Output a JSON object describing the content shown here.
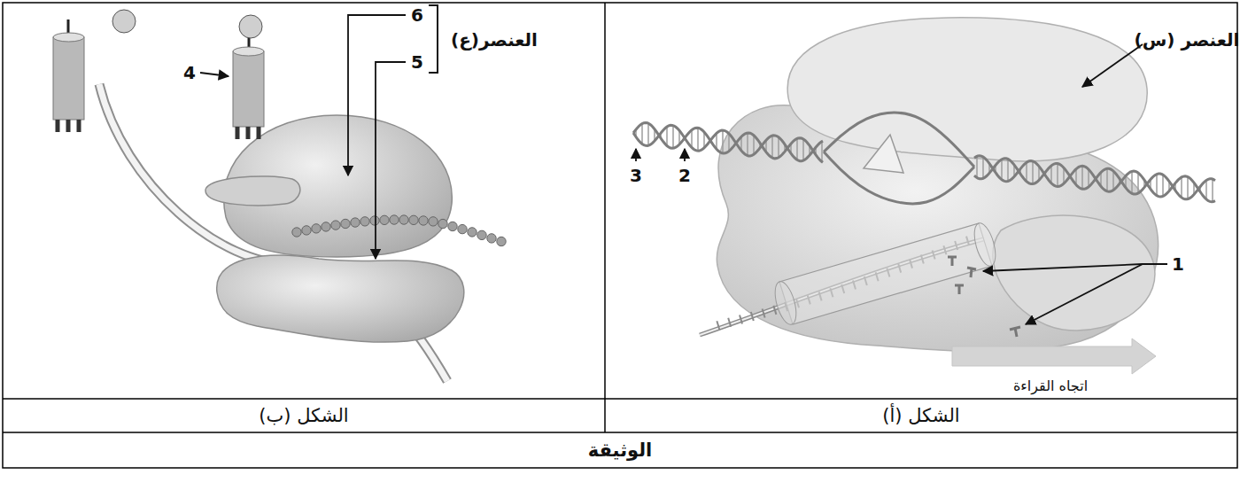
{
  "diagram": {
    "caption": "الوثيقة",
    "labels": [
      "العنصر (س)",
      "1",
      "2",
      "3",
      "اتجاه القراءة",
      "الشكل (أ)",
      "6",
      "5",
      "العنصر(ع)",
      "4",
      "الشكل (ب)"
    ]
  }
}
